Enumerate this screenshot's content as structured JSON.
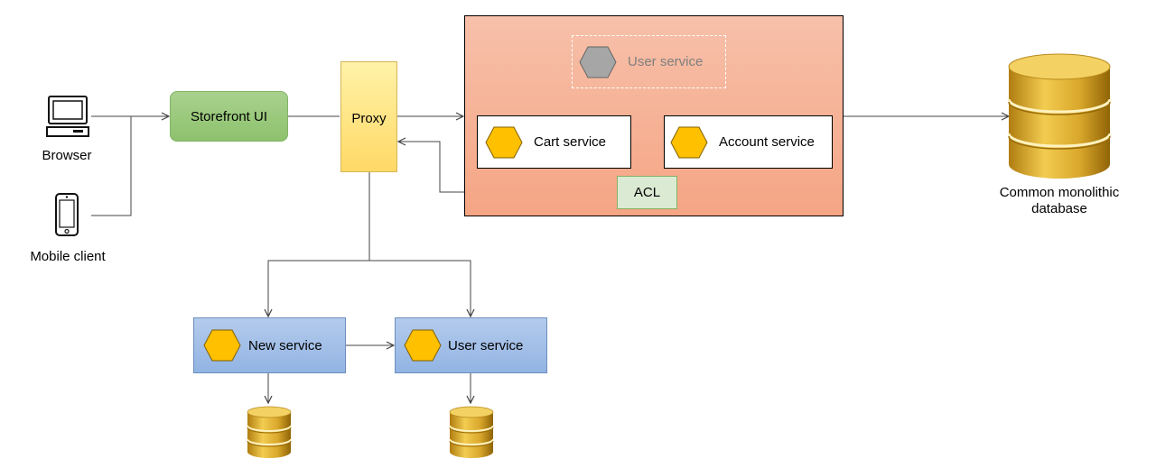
{
  "clients": {
    "browser_label": "Browser",
    "mobile_label": "Mobile client"
  },
  "storefront": {
    "label": "Storefront UI"
  },
  "proxy": {
    "label": "Proxy"
  },
  "monolith": {
    "ghost_user_service": "User service",
    "cart_service": "Cart service",
    "account_service": "Account service",
    "acl": "ACL"
  },
  "database": {
    "label": "Common monolithic database"
  },
  "microservices": {
    "new_service": "New service",
    "user_service": "User service"
  },
  "colors": {
    "monolith_fill": "#f5a584",
    "storefront_fill": "#8dc26d",
    "proxy_fill": "#ffd966",
    "service_fill": "#92b4e3",
    "hexagon_fill": "#ffc000",
    "ghost_hexagon_fill": "#a6a6a6",
    "database_fill": "#d9a72b"
  }
}
